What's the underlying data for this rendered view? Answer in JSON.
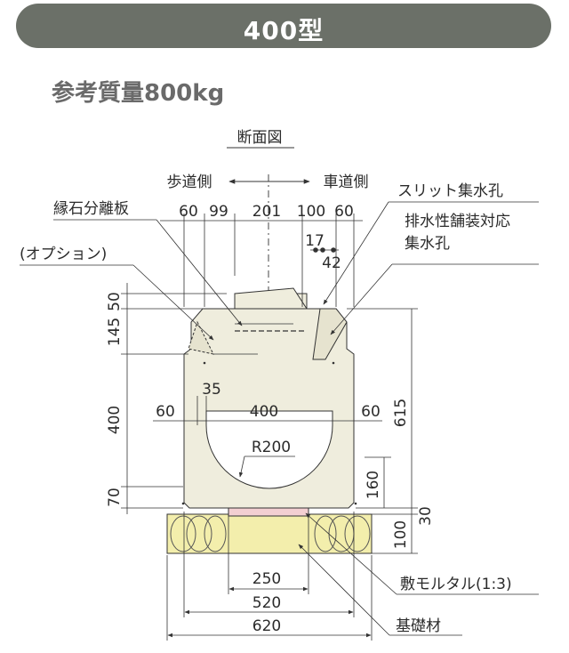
{
  "header": {
    "title": "400型"
  },
  "mass_label": "参考質量800kg",
  "diagram": {
    "section_title": "断面図",
    "sidewalk_side": "歩道側",
    "roadway_side": "車道側",
    "labels": {
      "separator_plate": "縁石分離板",
      "option": "(オプション)",
      "slit_inlet": "スリット集水孔",
      "drainage_line1": "排水性舗装対応",
      "drainage_line2": "集水孔",
      "mortar": "敷モルタル(1:3)",
      "base_material": "基礎材",
      "radius": "R200"
    },
    "dimensions": {
      "top_60_left": "60",
      "top_99": "99",
      "top_201": "201",
      "top_100": "100",
      "top_60_right": "60",
      "d17": "17",
      "d42": "42",
      "v50": "50",
      "v145": "145",
      "v400": "400",
      "v70": "70",
      "v615": "615",
      "v160": "160",
      "v30": "30",
      "v100": "100",
      "h35": "35",
      "h60_left": "60",
      "h400": "400",
      "h60_right": "60",
      "w250": "250",
      "w520": "520",
      "w620": "620"
    }
  },
  "colors": {
    "header_bg": "#6b7068",
    "concrete": "#efeddd",
    "base": "#f3eeac",
    "mortar": "#f3cfd2",
    "line": "#333333"
  }
}
